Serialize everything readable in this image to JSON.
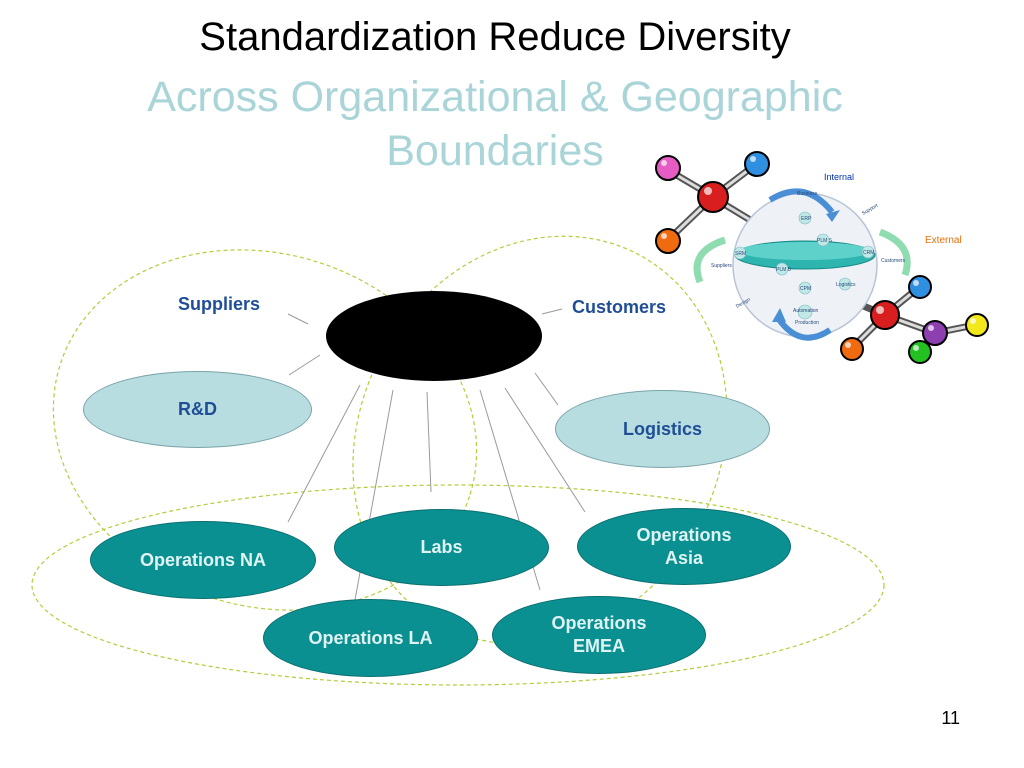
{
  "slide": {
    "title": "Standardization Reduce Diversity",
    "subtitle_line1": "Across Organizational & Geographic",
    "subtitle_line2": "Boundaries",
    "page_number": "11"
  },
  "labels": {
    "suppliers": "Suppliers",
    "customers": "Customers"
  },
  "nodes": {
    "rnd": "R&D",
    "logistics": "Logistics",
    "operations_na": "Operations NA",
    "labs": "Labs",
    "operations_asia": "Operations Asia",
    "operations_la": "Operations LA",
    "operations_emea": "Operations EMEA"
  },
  "graphic": {
    "internal": "Internal",
    "external": "External",
    "business": "Business",
    "erp": "ERP",
    "plm_s": "PLM S",
    "crm": "CRM",
    "srm": "SRM",
    "plm_d": "PLM D",
    "logistics": "Logistics",
    "cpm": "CPM",
    "automation": "Automation",
    "production": "Production",
    "suppliers": "Suppliers",
    "customers": "Customers",
    "support": "Support",
    "design": "Design"
  },
  "colors": {
    "accent_blue": "#1f4e96",
    "teal": "#0b9092",
    "light_teal": "#b7dde0",
    "subtitle": "#a9d4d8",
    "dashed_outline": "#b5cc3a"
  }
}
